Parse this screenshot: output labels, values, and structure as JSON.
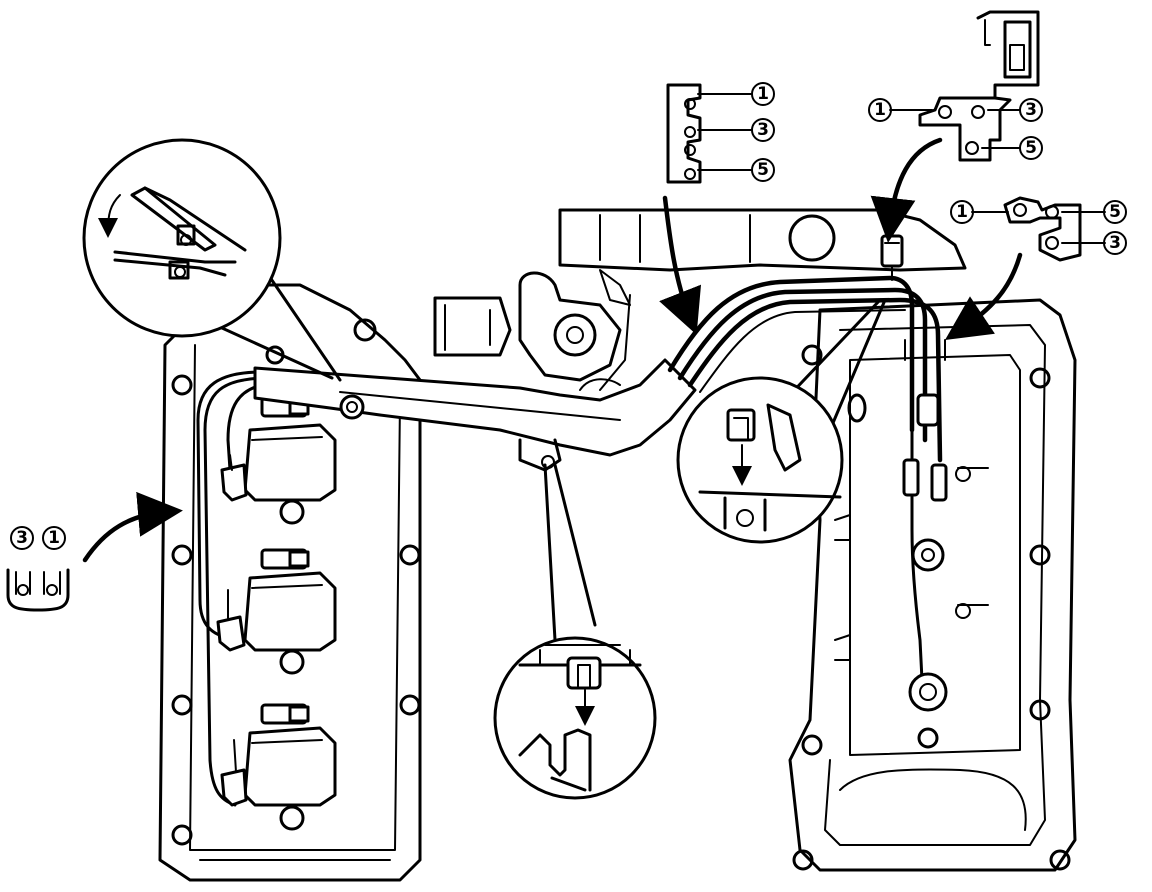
{
  "callouts": {
    "left_clip": {
      "labels": [
        "3",
        "1"
      ]
    },
    "left_comb": {
      "labels": [
        "1",
        "3",
        "5"
      ]
    },
    "upper_bracket": {
      "labels": [
        "1",
        "3",
        "5"
      ]
    },
    "right_clip": {
      "labels": [
        "1",
        "5",
        "3"
      ]
    }
  },
  "colors": {
    "line": "#000000",
    "background": "#ffffff"
  }
}
